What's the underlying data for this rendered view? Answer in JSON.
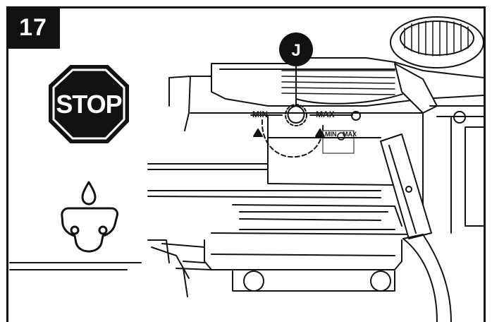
{
  "step": {
    "number": "17"
  },
  "stop_sign": {
    "label": "STOP",
    "color": "#111111"
  },
  "callout": {
    "letter": "J"
  },
  "oil_adjuster": {
    "min_label": "MIN",
    "max_label": "MAX",
    "decal_min": "MIN",
    "decal_max": "MAX"
  },
  "icons": {
    "stop": "stop-sign-icon",
    "oil": "chain-oil-drop-icon"
  },
  "colors": {
    "ink": "#111111",
    "paper": "#ffffff"
  }
}
